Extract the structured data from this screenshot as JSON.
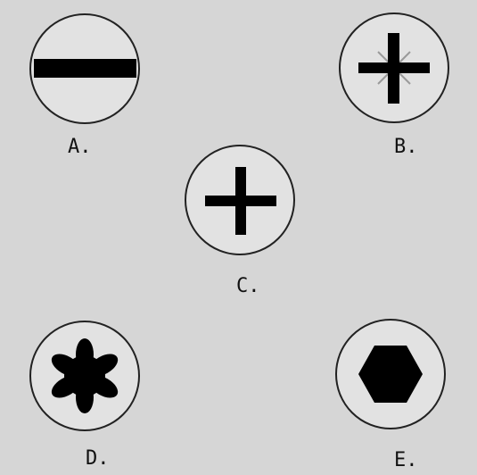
{
  "screw_heads": [
    {
      "label": "A.",
      "drive": "slotted",
      "icon": "slotted-screw-head-icon"
    },
    {
      "label": "B.",
      "drive": "pozidriv",
      "icon": "pozidriv-screw-head-icon"
    },
    {
      "label": "C.",
      "drive": "phillips",
      "icon": "phillips-screw-head-icon"
    },
    {
      "label": "D.",
      "drive": "torx",
      "icon": "torx-screw-head-icon"
    },
    {
      "label": "E.",
      "drive": "hex",
      "icon": "hex-screw-head-icon"
    }
  ],
  "colors": {
    "background": "#d6d6d6",
    "head_fill": "#e2e2e2",
    "outline": "#222222",
    "recess": "#000000",
    "pozidriv_marks": "#9a9a9a"
  }
}
